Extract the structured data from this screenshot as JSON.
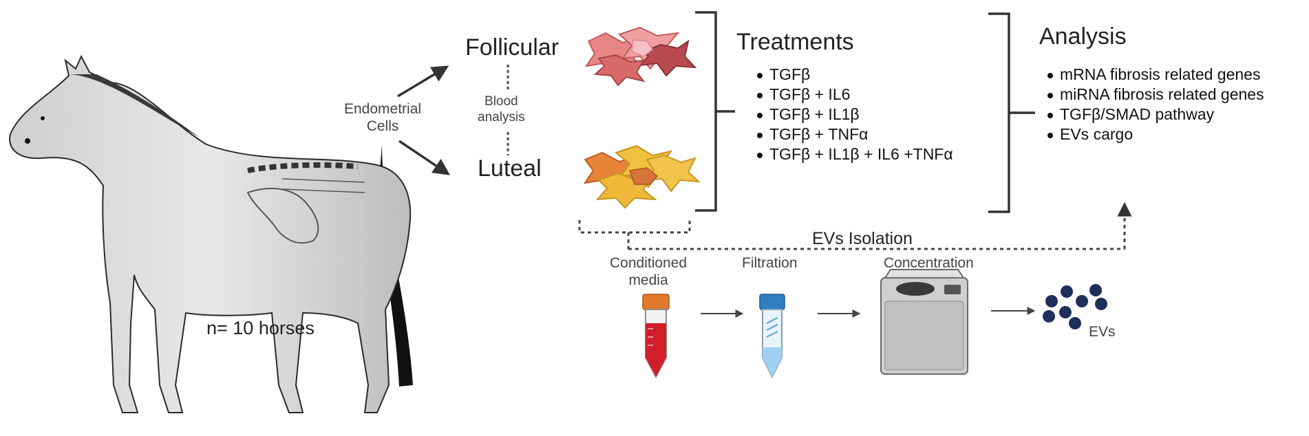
{
  "left": {
    "endometrial_cells": [
      "Endometrial",
      "Cells"
    ],
    "follicular": "Follicular",
    "luteal": "Luteal",
    "blood_analysis": [
      "Blood",
      "analysis"
    ],
    "horses_count": "n= 10 horses"
  },
  "treatments": {
    "title": "Treatments",
    "items": [
      "TGFβ",
      "TGFβ + IL6",
      "TGFβ + IL1β",
      "TGFβ + TNFα",
      "TGFβ + IL1β + IL6 +TNFα"
    ]
  },
  "analysis": {
    "title": "Analysis",
    "items": [
      "mRNA fibrosis related genes",
      "miRNA fibrosis related genes",
      "TGFβ/SMAD pathway",
      "EVs cargo"
    ]
  },
  "ev_isolation": {
    "title": "EVs Isolation",
    "steps": {
      "conditioned": [
        "Conditioned",
        "media"
      ],
      "filtration": "Filtration",
      "concentration": "Concentration",
      "evs": "EVs"
    }
  },
  "colors": {
    "follicular_cells": "#e88686",
    "luteal_cells": "#f0b83c",
    "ev_particles": "#1f2f5c",
    "media_red": "#d11f2a",
    "cap_orange": "#e27a2c",
    "cap_blue": "#2f7fc1"
  }
}
